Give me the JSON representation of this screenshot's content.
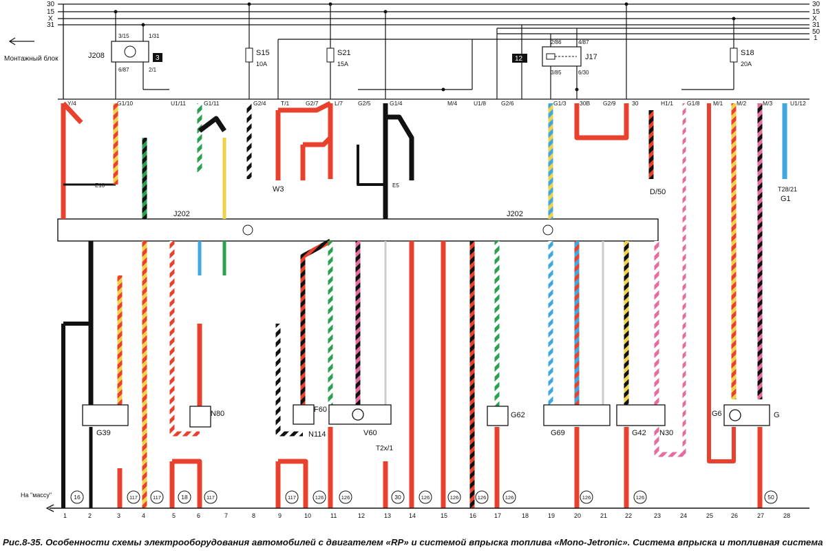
{
  "caption": "Рис.8-35. Особенности схемы электрооборудования автомобилей с двигателем «RP» и системой впрыска топлива «Mono-Jetronic». Система впрыска и топливная система",
  "labels": {
    "montazh": "Монтажный блок",
    "massa": "На \"массу\"",
    "j202": "J202",
    "j17": "J17",
    "j208": "J208",
    "s15": "S15",
    "s15a": "10A",
    "s21": "S21",
    "s21a": "15A",
    "s18": "S18",
    "s18a": "20A",
    "g39": "G39",
    "n80": "N80",
    "f60": "F60",
    "n114": "N114",
    "v60": "V60",
    "g62": "G62",
    "g69": "G69",
    "g42": "G42",
    "n30": "N30",
    "g6": "G6",
    "g": "G",
    "w3": "W3",
    "d50": "D/50",
    "g1": "G1",
    "t2821": "T28/21",
    "t2x1": "T2x/1",
    "e10": "E10",
    "e5": "E5"
  },
  "colors": {
    "red": "#e8412e",
    "black": "#111111",
    "green": "#2aa050",
    "yellow": "#f0d24a",
    "blue": "#3fa8e0",
    "pink": "#e46c9e",
    "white": "#ffffff"
  },
  "buses": [
    {
      "name": "30",
      "label": "30"
    },
    {
      "name": "15",
      "label": "15"
    },
    {
      "name": "x",
      "label": "X"
    },
    {
      "name": "31",
      "label": "31"
    }
  ],
  "bottom_numbers": [
    "1",
    "2",
    "3",
    "4",
    "5",
    "6",
    "7",
    "8",
    "9",
    "10",
    "11",
    "12",
    "13",
    "14",
    "15",
    "16",
    "17",
    "18",
    "19",
    "20",
    "21",
    "22",
    "23",
    "24",
    "25",
    "26",
    "27",
    "28"
  ],
  "ground_circles": [
    "16",
    "117",
    "117",
    "18",
    "117",
    "117",
    "126",
    "126",
    "30",
    "126",
    "126",
    "126",
    "126",
    "126",
    "126",
    "50"
  ]
}
